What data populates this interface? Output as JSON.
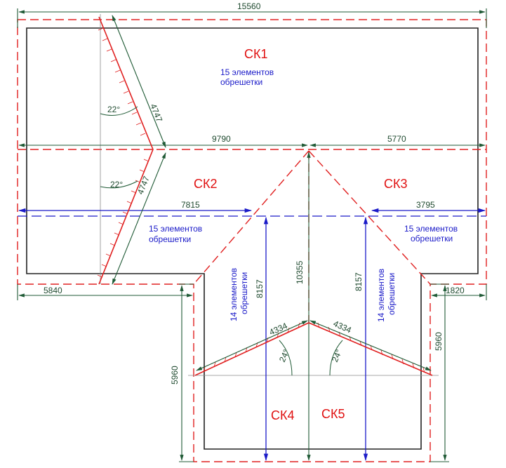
{
  "dimensions": {
    "total_width": "15560",
    "left_part": "9790",
    "right_part": "5770",
    "left_inner": "7815",
    "right_inner": "3795",
    "left_overhang": "5840",
    "right_overhang": "1820",
    "center_height": "10355",
    "left_inner_height": "8157",
    "right_inner_height": "8157",
    "wing_height_left": "5960",
    "wing_height_right": "5960",
    "rafter_top": "4747",
    "rafter_bottom": "4747",
    "hip_left": "4334",
    "hip_right": "4334"
  },
  "angles": {
    "top": "22°",
    "middle": "22°",
    "left_wing": "24°",
    "right_wing": "24°"
  },
  "sections": {
    "sk1": "СК1",
    "sk2": "СК2",
    "sk3": "СК3",
    "sk4": "СК4",
    "sk5": "СК5"
  },
  "notes": {
    "sk1_line1": "15 элементов",
    "sk1_line2": "обрешетки",
    "sk2_line1": "15 элементов",
    "sk2_line2": "обрешетки",
    "sk3_line1": "15 элементов",
    "sk3_line2": "обрешетки",
    "sk4_line1": "14 элементов",
    "sk4_line2": "обрешетки",
    "sk5_line1": "14 элементов",
    "sk5_line2": "обрешетки"
  }
}
